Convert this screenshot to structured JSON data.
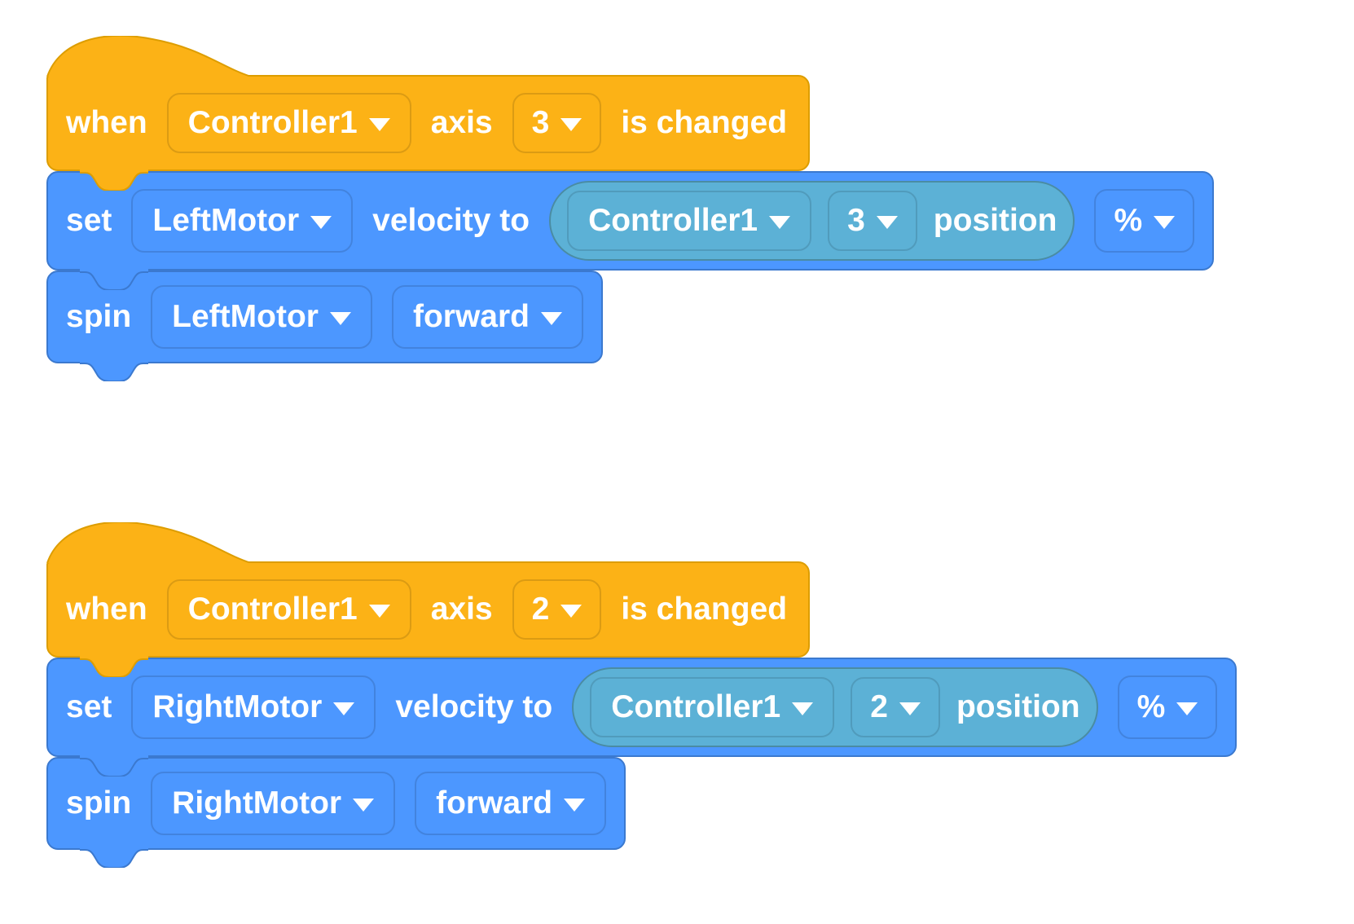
{
  "colors": {
    "canvas": "#ffffff",
    "event_fill": "#FCB216",
    "event_border": "#DD9D00",
    "motion_fill": "#4C97FF",
    "motion_border": "#3B79CF",
    "sensing_fill": "#5CB1D6",
    "sensing_border": "#4A8CA3",
    "text": "#ffffff"
  },
  "stacks": [
    {
      "hat": {
        "prefix": "when",
        "controller": "Controller1",
        "axis_word": "axis",
        "axis_value": "3",
        "suffix": "is changed"
      },
      "set_velocity": {
        "verb": "set",
        "motor": "LeftMotor",
        "middle": "velocity to",
        "reporter": {
          "controller": "Controller1",
          "axis_value": "3",
          "property": "position"
        },
        "unit": "%"
      },
      "spin": {
        "verb": "spin",
        "motor": "LeftMotor",
        "direction": "forward"
      }
    },
    {
      "hat": {
        "prefix": "when",
        "controller": "Controller1",
        "axis_word": "axis",
        "axis_value": "2",
        "suffix": "is changed"
      },
      "set_velocity": {
        "verb": "set",
        "motor": "RightMotor",
        "middle": "velocity to",
        "reporter": {
          "controller": "Controller1",
          "axis_value": "2",
          "property": "position"
        },
        "unit": "%"
      },
      "spin": {
        "verb": "spin",
        "motor": "RightMotor",
        "direction": "forward"
      }
    }
  ]
}
